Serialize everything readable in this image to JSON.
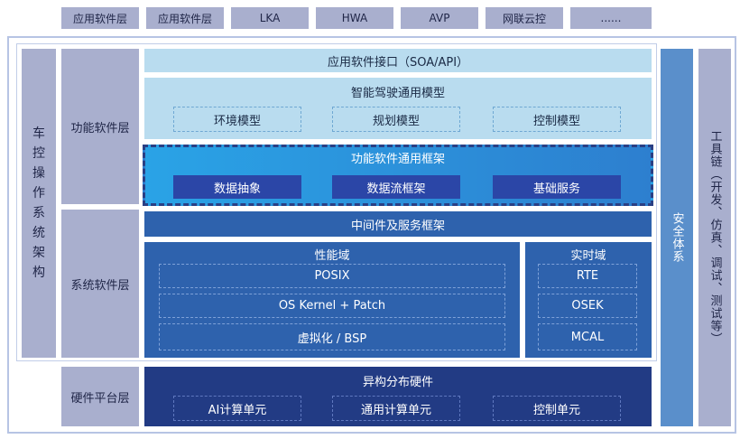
{
  "top_tabs": [
    "应用软件层",
    "应用软件层",
    "LKA",
    "HWA",
    "AVP",
    "网联云控",
    "......"
  ],
  "left_title": "车控操作系统架构",
  "layers": {
    "functional": "功能软件层",
    "system": "系统软件层",
    "hardware": "硬件平台层"
  },
  "app_interface": "应用软件接口（SOA/API）",
  "model": {
    "title": "智能驾驶通用模型",
    "items": [
      "环境模型",
      "规划模型",
      "控制模型"
    ]
  },
  "framework": {
    "title": "功能软件通用框架",
    "items": [
      "数据抽象",
      "数据流框架",
      "基础服务"
    ]
  },
  "middleware": "中间件及服务框架",
  "performance_domain": {
    "title": "性能域",
    "items": [
      "POSIX",
      "OS Kernel + Patch",
      "虚拟化 / BSP"
    ]
  },
  "realtime_domain": {
    "title": "实时域",
    "items": [
      "RTE",
      "OSEK",
      "MCAL"
    ]
  },
  "hardware_block": {
    "title": "异构分布硬件",
    "items": [
      "AI计算单元",
      "通用计算单元",
      "控制单元"
    ]
  },
  "safety": "安全体系",
  "toolchain": "工具链（开发、仿真、调试、测试等）"
}
